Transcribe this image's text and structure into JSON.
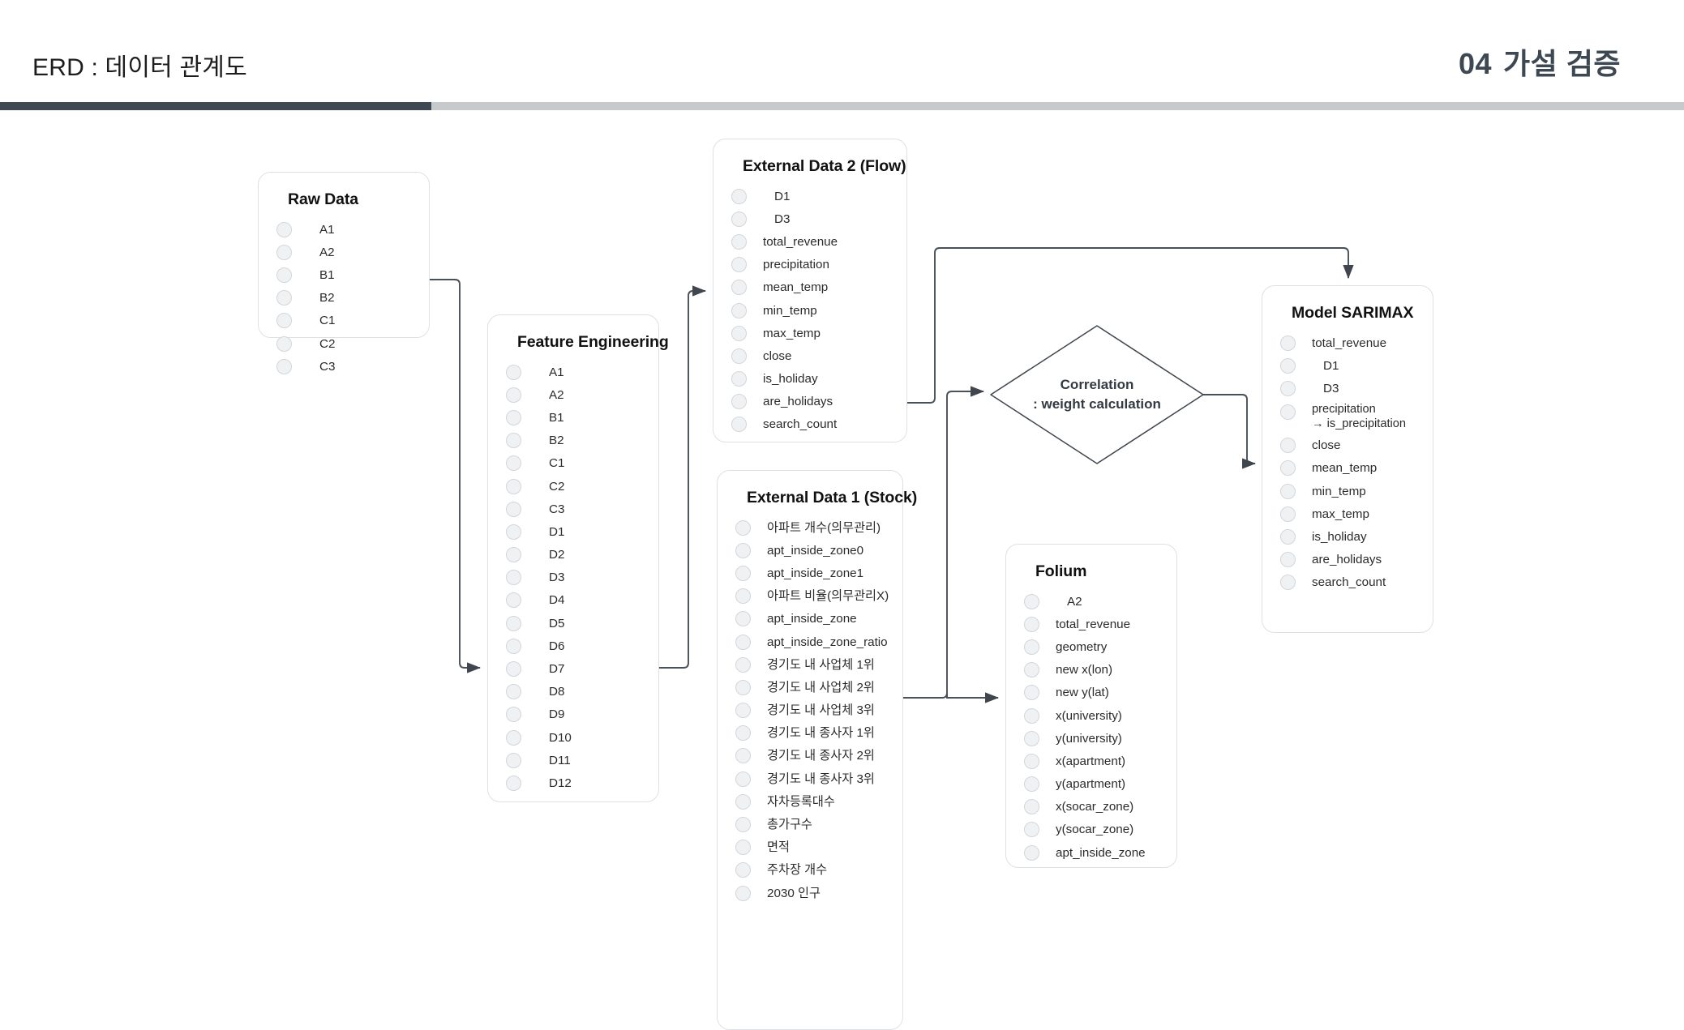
{
  "header": {
    "title": "ERD : 데이터 관계도",
    "section_number": "04",
    "section_label": "가설 검증",
    "accent_color": "#3d4852",
    "rule_track_color": "#c7cacd"
  },
  "diagram": {
    "entities": [
      {
        "id": "raw-data",
        "title": "Raw Data",
        "fields": [
          "A1",
          "A2",
          "B1",
          "B2",
          "C1",
          "C2",
          "C3"
        ]
      },
      {
        "id": "feature-engineering",
        "title": "Feature Engineering",
        "fields": [
          "A1",
          "A2",
          "B1",
          "B2",
          "C1",
          "C2",
          "C3",
          "D1",
          "D2",
          "D3",
          "D4",
          "D5",
          "D6",
          "D7",
          "D8",
          "D9",
          "D10",
          "D11",
          "D12"
        ]
      },
      {
        "id": "external-data-2",
        "title": "External Data 2 (Flow)",
        "fields": [
          "D1",
          "D3",
          "total_revenue",
          "precipitation",
          "mean_temp",
          "min_temp",
          "max_temp",
          "close",
          "is_holiday",
          "are_holidays",
          "search_count"
        ]
      },
      {
        "id": "external-data-1",
        "title": "External Data 1 (Stock)",
        "fields": [
          "아파트 개수(의무관리)",
          "apt_inside_zone0",
          "apt_inside_zone1",
          "아파트 비율(의무관리X)",
          "apt_inside_zone",
          "apt_inside_zone_ratio",
          "경기도 내 사업체 1위",
          "경기도 내 사업체 2위",
          "경기도 내 사업체 3위",
          "경기도 내 종사자 1위",
          "경기도 내 종사자 2위",
          "경기도 내 종사자 3위",
          "자차등록대수",
          "총가구수",
          "면적",
          "주차장 개수",
          "2030 인구"
        ]
      },
      {
        "id": "folium",
        "title": "Folium",
        "fields": [
          "A2",
          "total_revenue",
          "geometry",
          "new x(lon)",
          "new y(lat)",
          "x(university)",
          "y(university)",
          "x(apartment)",
          "y(apartment)",
          "x(socar_zone)",
          "y(socar_zone)",
          "apt_inside_zone"
        ]
      },
      {
        "id": "model-sarimax",
        "title": "Model SARIMAX",
        "fields": [
          "total_revenue",
          "D1",
          "D3",
          "precipitation\n→ is_precipitation",
          "close",
          "mean_temp",
          "min_temp",
          "max_temp",
          "is_holiday",
          "are_holidays",
          "search_count"
        ]
      }
    ],
    "decision": {
      "id": "correlation",
      "line1": "Correlation",
      "line2": ": weight calculation"
    },
    "connector_color": "#4a5058",
    "box_border_color": "#dde1e6",
    "bullet_fill_color": "#eff1f3"
  }
}
